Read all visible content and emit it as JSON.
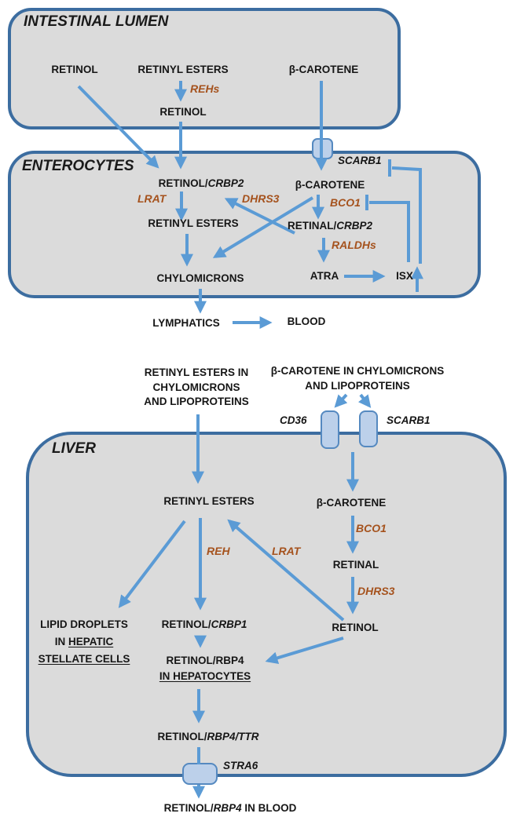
{
  "colors": {
    "arrow": "#5b9bd5",
    "box_border": "#3c6da0",
    "box_fill": "#dbdbdb",
    "enzyme_text": "#a5521d",
    "transporter_fill": "#bcd0ea",
    "transporter_border": "#5589c0"
  },
  "lumen": {
    "title": "INTESTINAL LUMEN",
    "retinol": "RETINOL",
    "retinyl_esters": "RETINYL ESTERS",
    "beta_carotene": "β-CAROTENE",
    "rehs": "REHs",
    "retinol2": "RETINOL"
  },
  "enterocytes": {
    "title": "ENTEROCYTES",
    "scarb1": "SCARB1",
    "retinol_crbp2": {
      "pre": "RETINOL/",
      "gene": "CRBP2"
    },
    "lrat": "LRAT",
    "dhrs3": "DHRS3",
    "beta_carotene": "β-CAROTENE",
    "bco1": "BCO1",
    "retinyl_esters": "RETINYL ESTERS",
    "retinal_crbp2": {
      "pre": "RETINAL/",
      "gene": "CRBP2"
    },
    "raldhs": "RALDHs",
    "chylomicrons": "CHYLOMICRONS",
    "atra": "ATRA",
    "isx": "ISX"
  },
  "transport": {
    "lymphatics": "LYMPHATICS",
    "blood": "BLOOD"
  },
  "liver_inputs": {
    "retinyl_line1": "RETINYL ESTERS IN",
    "retinyl_line2": "CHYLOMICRONS",
    "retinyl_line3": "AND LIPOPROTEINS",
    "carotene_line1": "β-CAROTENE IN CHYLOMICRONS",
    "carotene_line2": "AND LIPOPROTEINS",
    "cd36": "CD36",
    "scarb1": "SCARB1"
  },
  "liver": {
    "title": "LIVER",
    "retinyl_esters": "RETINYL ESTERS",
    "beta_carotene": "β-CAROTENE",
    "reh": "REH",
    "lrat": "LRAT",
    "bco1": "BCO1",
    "retinal": "RETINAL",
    "dhrs3": "DHRS3",
    "retinol": "RETINOL",
    "lipid_line1": "LIPID DROPLETS",
    "lipid_line2_pre": "IN ",
    "lipid_line2_u": "HEPATIC",
    "lipid_line3_u": "STELLATE CELLS",
    "retinol_crbp1": {
      "pre": "RETINOL/",
      "gene": "CRBP1"
    },
    "rbp4_line1": "RETINOL/RBP4",
    "rbp4_line2_u": "IN HEPATOCYTES",
    "rbp4_ttr": {
      "pre": "RETINOL/",
      "gene": "RBP4/TTR"
    },
    "stra6": "STRA6",
    "blood_out": {
      "pre": "RETINOL/",
      "gene": "RBP4",
      "post": " IN BLOOD"
    }
  }
}
